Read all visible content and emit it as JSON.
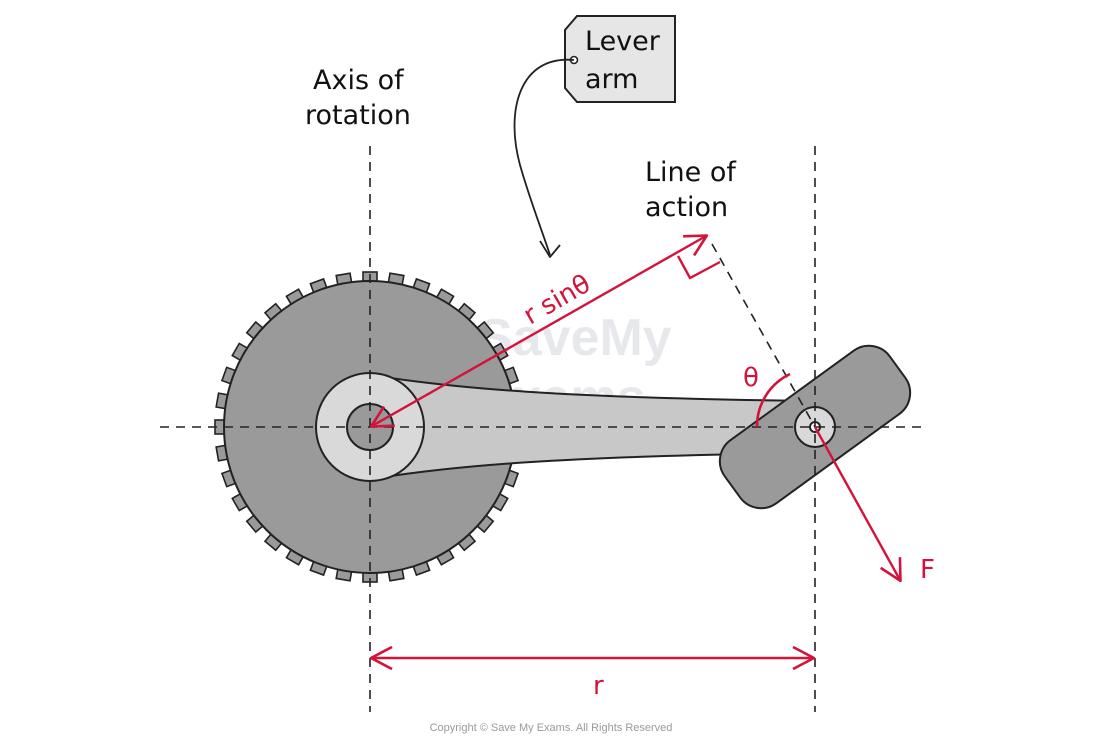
{
  "labels": {
    "axis_of_rotation_line1": "Axis of",
    "axis_of_rotation_line2": "rotation",
    "line_of_action_line1": "Line of",
    "line_of_action_line2": "action",
    "lever_arm_tag_line1": "Lever",
    "lever_arm_tag_line2": "arm",
    "lever_arm_expression": "r sinθ",
    "angle_symbol": "θ",
    "force_symbol": "F",
    "distance_symbol": "r"
  },
  "watermark": {
    "line1": "SaveMy",
    "line2": "Exams"
  },
  "footer": {
    "copyright": "Copyright © Save My Exams. All Rights Reserved"
  },
  "colors": {
    "accent_red": "#d2143a",
    "gear_gray": "#9a9a9a",
    "crank_gray": "#c8c8c8",
    "hub_gray": "#d9d9d9",
    "outline": "#222222",
    "tag_fill": "#e6e6e6"
  }
}
